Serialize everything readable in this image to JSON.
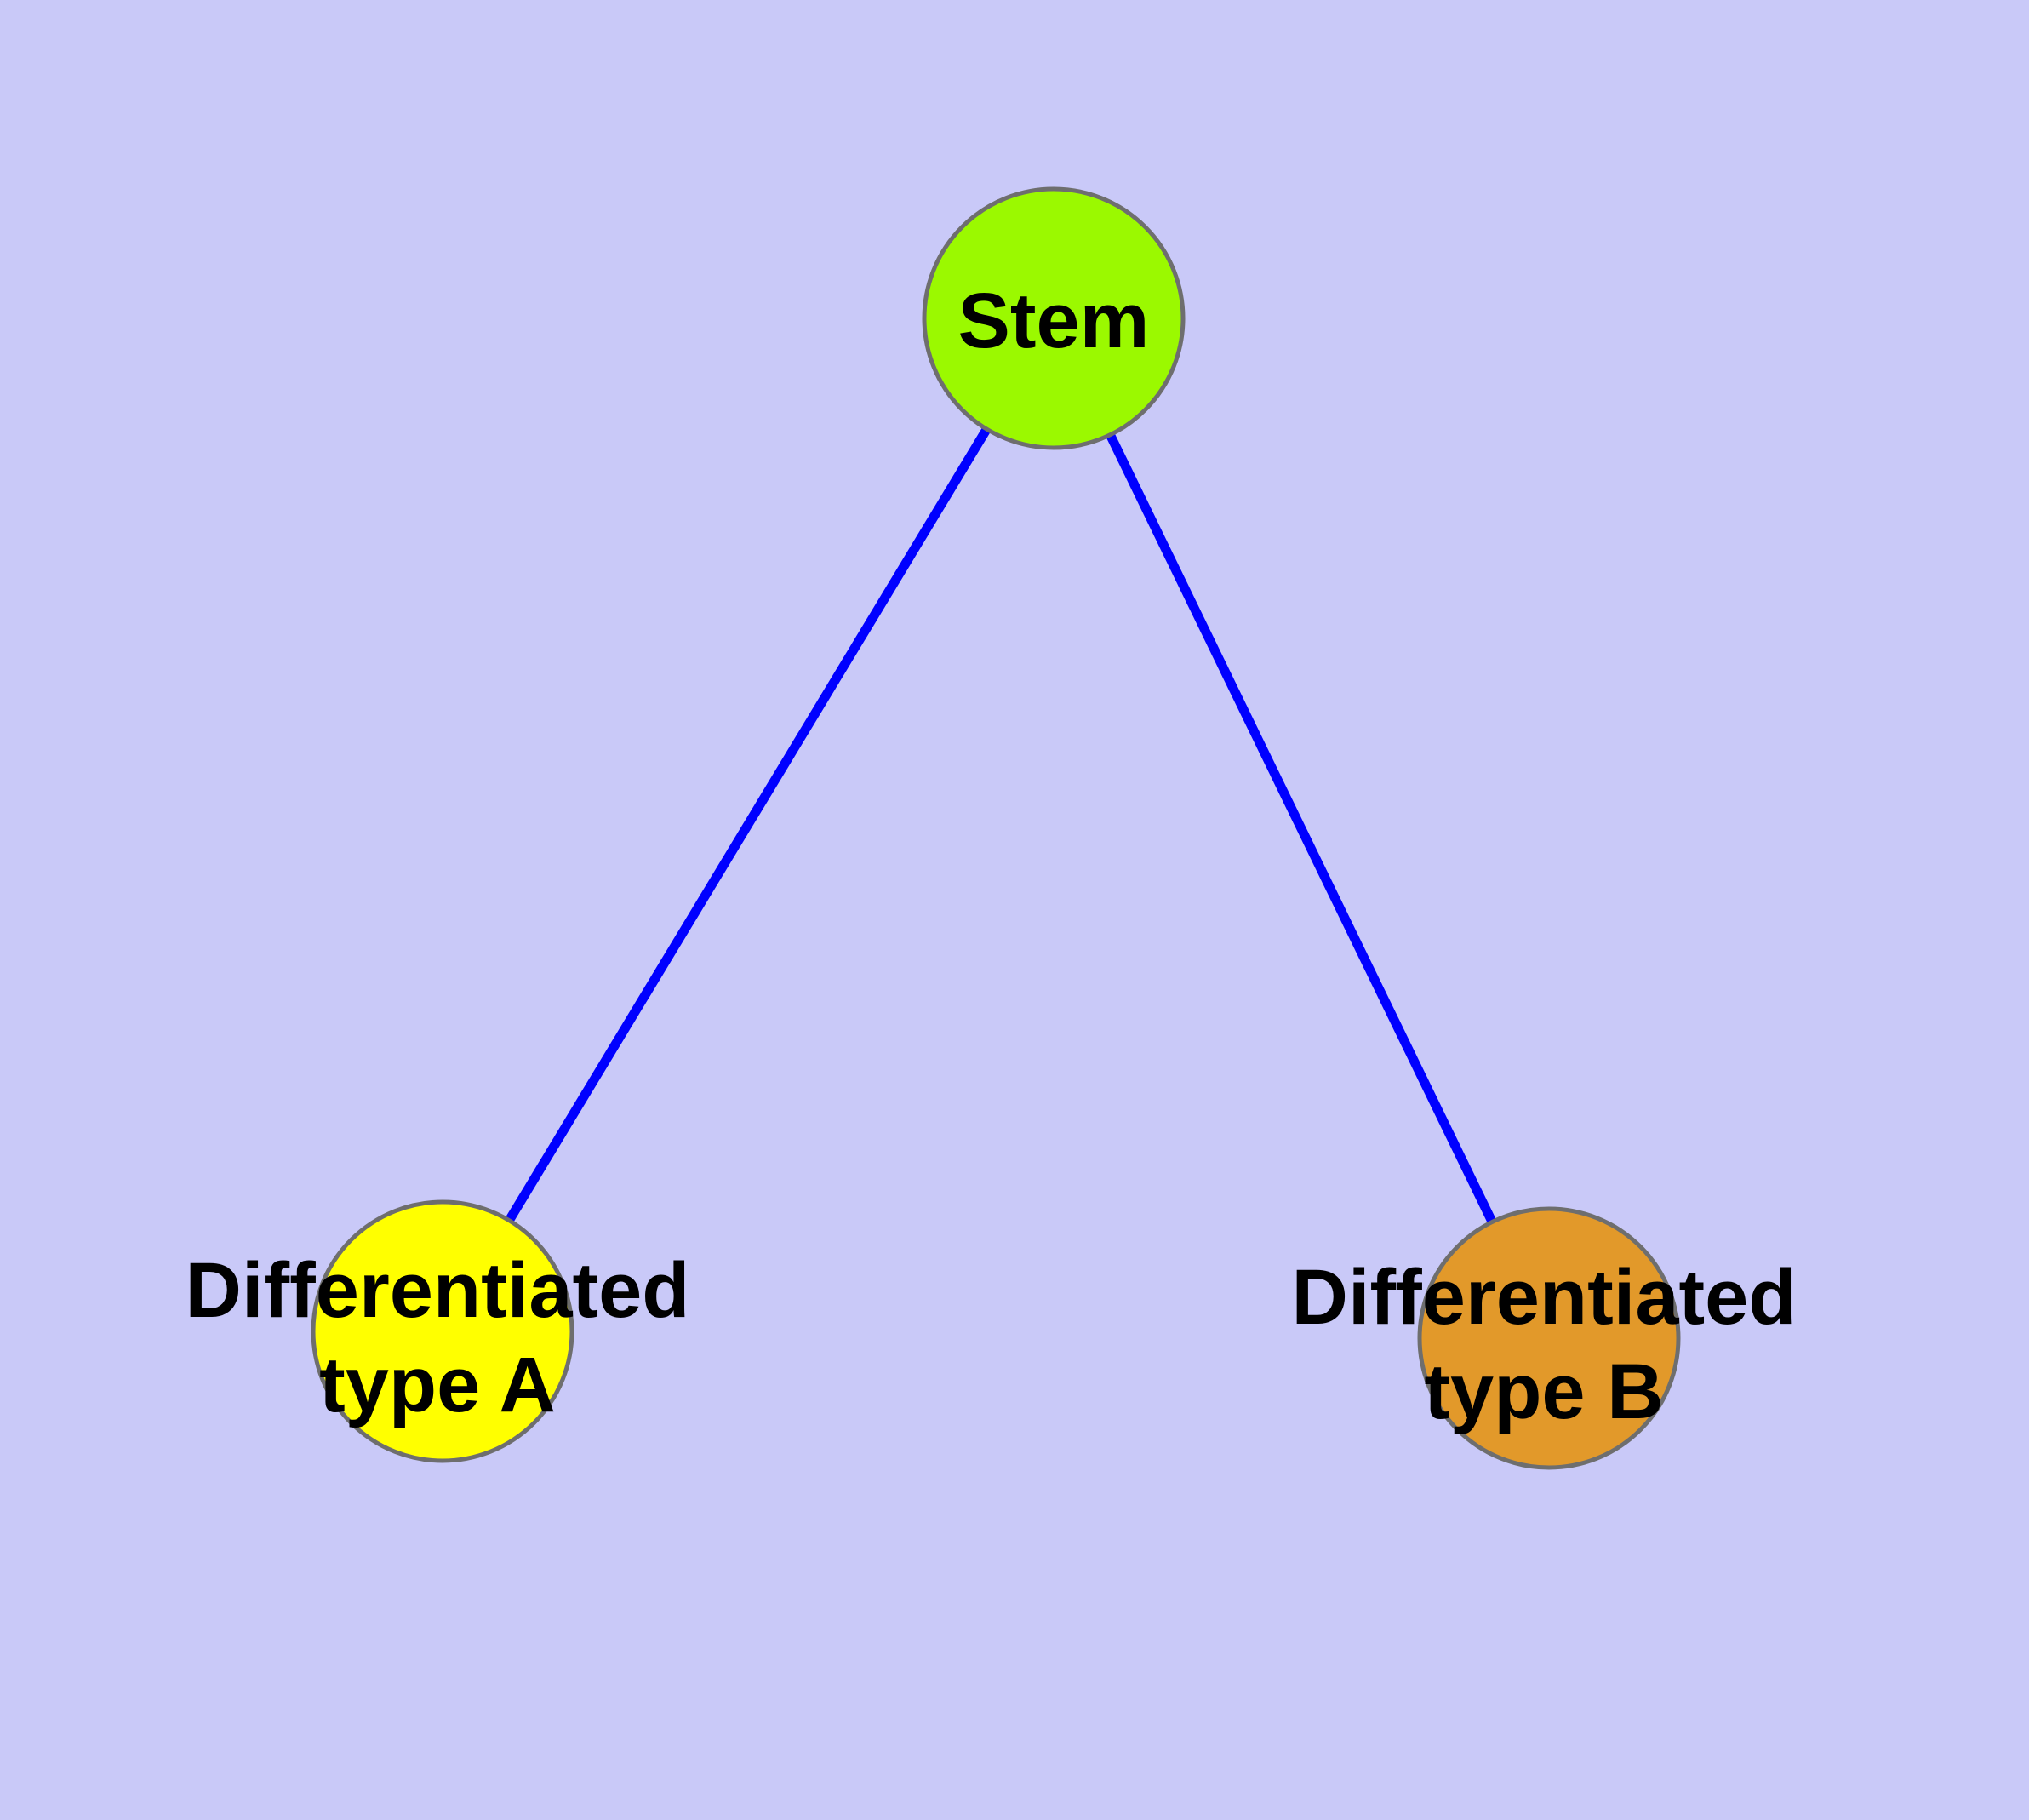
{
  "diagram": {
    "type": "node-link-graph",
    "background_color": "#C9C9F8",
    "edge_color": "#0000FF",
    "node_border_color": "#6E6E6E",
    "label_color": "#000000",
    "nodes": {
      "stem": {
        "label": "Stem",
        "fill_color": "#9BF900"
      },
      "type_a": {
        "label_line1": "Differentiated",
        "label_line2": "type A",
        "fill_color": "#FFFF00"
      },
      "type_b": {
        "label_line1": "Differentiated",
        "label_line2": "type B",
        "fill_color": "#E2992A"
      }
    },
    "edges": [
      {
        "from": "Stem",
        "to": "Differentiated type A"
      },
      {
        "from": "Stem",
        "to": "Differentiated type B"
      }
    ]
  }
}
